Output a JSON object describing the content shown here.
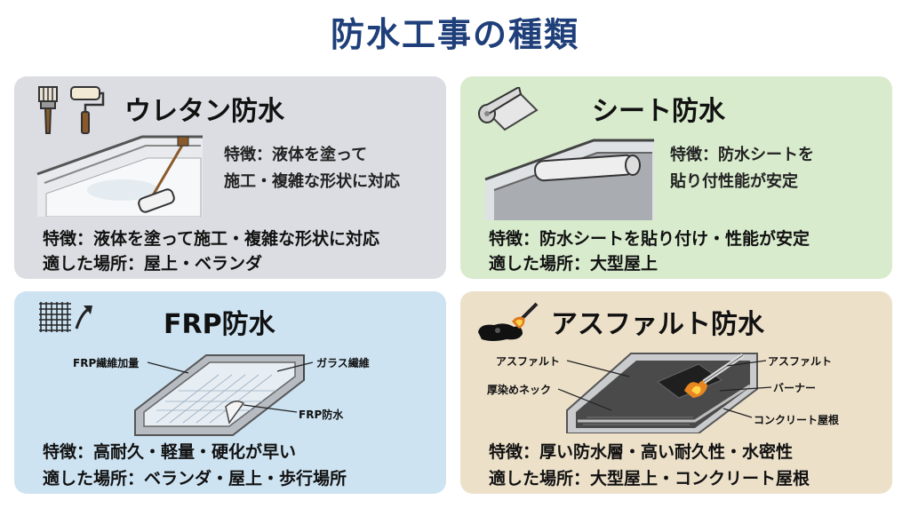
{
  "title": "防水工事の種類",
  "cards": [
    {
      "title": "ウレタン防水",
      "side_lines": [
        "特徴：液体を塗って",
        "施工・複雑な形状に対応"
      ],
      "features": "特徴：液体を塗って施工・複雑な形状に対応",
      "places": "適した場所：屋上・ベランダ",
      "icon": "paint-brush-roller-icon",
      "color": "#dcdde2"
    },
    {
      "title": "シート防水",
      "side_lines": [
        "特徴：防水シートを",
        "貼り付性能が安定"
      ],
      "features": "特徴：防水シートを貼り付け・性能が安定",
      "places": "適した場所：大型屋上",
      "icon": "sheet-roll-icon",
      "color": "#d8ebcd"
    },
    {
      "title": "FRP防水",
      "labels": [
        "FRP繊維加量",
        "ガラス繊維",
        "FRP防水"
      ],
      "features": "特徴：高耐久・軽量・硬化が早い",
      "places": "適した場所：ベランダ・屋上・歩行場所",
      "icon": "fiber-mesh-icon",
      "color": "#cde3f2"
    },
    {
      "title": "アスファルト防水",
      "labels": [
        "アスファルト",
        "厚染めネック",
        "アスファルト",
        "バーナー",
        "コンクリート屋根"
      ],
      "features": "特徴：厚い防水層・高い耐久性・水密性",
      "places": "適した場所：大型屋上・コンクリート屋根",
      "icon": "asphalt-torch-icon",
      "color": "#ece0c9"
    }
  ]
}
